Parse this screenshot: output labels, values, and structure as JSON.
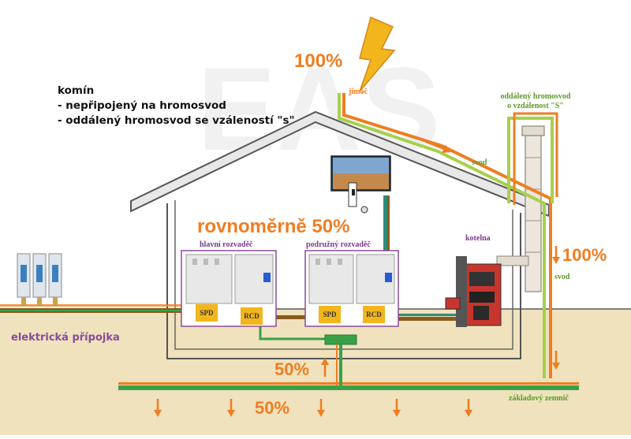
{
  "note": {
    "title": "komín",
    "line1": "- nepřipojený na hromosvod",
    "line2": "- oddálený hromosvod se vzáleností \"s\""
  },
  "labels": {
    "strike_percent": "100%",
    "jimac": "jímač",
    "svod_top": "svod",
    "separated_line1": "oddálený hromosvod",
    "separated_line2": "o vzdálenost \"S\"",
    "svod_right": "svod",
    "right_percent": "100%",
    "even_split": "rovnoměrně 50%",
    "main_board": "hlavní rozvaděč",
    "sub_board": "podružný rozvaděč",
    "kotelna": "kotelna",
    "connection": "elektrická přípojka",
    "up_percent": "50%",
    "ground_percent": "50%",
    "foundation_earth": "základový zemnič"
  },
  "devices": {
    "spd": "SPD",
    "rcd": "RCD"
  },
  "colors": {
    "lightning": "#f2b61c",
    "current_orange": "#ef7d22",
    "earth_green": "#3aa047",
    "lightgreen": "#a7d04b",
    "house": "#666666",
    "ground": "#efe2bd",
    "boards_frame": "#8a4b9a",
    "teal": "#2f8a7a"
  }
}
